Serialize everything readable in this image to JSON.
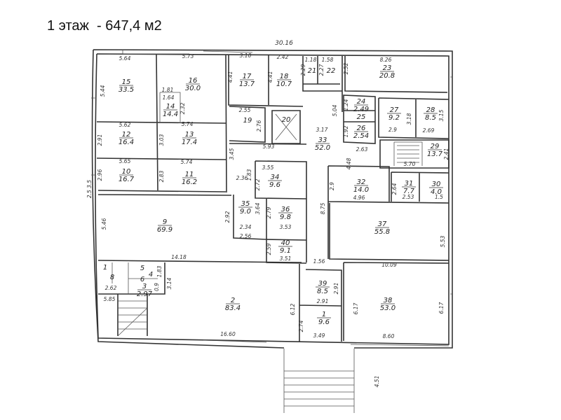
{
  "title": "1 этаж  - 647,4 м2",
  "overall_width": "30.16",
  "rooms": [
    {
      "num": "15",
      "area": "33.5"
    },
    {
      "num": "16",
      "area": "30.0"
    },
    {
      "num": "17",
      "area": "13.7"
    },
    {
      "num": "18",
      "area": "10.7"
    },
    {
      "num": "14",
      "area": "14.4"
    },
    {
      "num": "12",
      "area": "16.4"
    },
    {
      "num": "13",
      "area": "17.4"
    },
    {
      "num": "10",
      "area": "16.7"
    },
    {
      "num": "11",
      "area": "16.2"
    },
    {
      "num": "19",
      "area": ""
    },
    {
      "num": "20",
      "area": ""
    },
    {
      "num": "21",
      "area": ""
    },
    {
      "num": "22",
      "area": ""
    },
    {
      "num": "23",
      "area": "20.8"
    },
    {
      "num": "24",
      "area": "2.49"
    },
    {
      "num": "25",
      "area": ""
    },
    {
      "num": "26",
      "area": "2.54"
    },
    {
      "num": "27",
      "area": "9.2"
    },
    {
      "num": "28",
      "area": "8.5"
    },
    {
      "num": "29",
      "area": "13.7"
    },
    {
      "num": "33",
      "area": "52.0"
    },
    {
      "num": "32",
      "area": "14.0"
    },
    {
      "num": "31",
      "area": "7.7"
    },
    {
      "num": "30",
      "area": "4.0"
    },
    {
      "num": "34",
      "area": "9.6"
    },
    {
      "num": "35",
      "area": "9.0"
    },
    {
      "num": "36",
      "area": "9.8"
    },
    {
      "num": "40",
      "area": "9.1"
    },
    {
      "num": "9",
      "area": "69.9"
    },
    {
      "num": "37",
      "area": "55.8"
    },
    {
      "num": "2",
      "area": "83.4"
    },
    {
      "num": "39",
      "area": "8.5"
    },
    {
      "num": "1",
      "area": "9.6"
    },
    {
      "num": "38",
      "area": "53.0"
    },
    {
      "num": "1",
      "area": ""
    },
    {
      "num": "5",
      "area": ""
    },
    {
      "num": "6",
      "area": ""
    },
    {
      "num": "4",
      "area": ""
    },
    {
      "num": "8",
      "area": ""
    },
    {
      "num": "3",
      "area": "2.97"
    }
  ],
  "dimensions": [
    "5.64",
    "5.73",
    "3.10",
    "2.42",
    "1.18",
    "1.58",
    "8.26",
    "5.44",
    "1.81",
    "1.64",
    "2.32",
    "4.41",
    "4.41",
    "2.55",
    "2.76",
    "5.62",
    "5.74",
    "2.91",
    "3.03",
    "5.93",
    "3.17",
    "5.65",
    "5.74",
    "2.96",
    "2.83",
    "3.45",
    "2.36",
    "1.83",
    "3.55",
    "2.72",
    "2.52",
    "5.04",
    "1.24",
    "1.92",
    "2.63",
    "2.9",
    "3.18",
    "2.69",
    "3.15",
    "2.41",
    "5.70",
    "4.48",
    "2.9",
    "4.96",
    "2.64",
    "2.53",
    "1.5",
    "8.75",
    "2.92",
    "2.34",
    "2.56",
    "3.64",
    "2.79",
    "3.53",
    "2.59",
    "3.51",
    "5.46",
    "14.18",
    "10.09",
    "5.53",
    "1.56",
    "2.91",
    "2.91",
    "6.12",
    "6.17",
    "6.17",
    "2.74",
    "3.49",
    "8.60",
    "16.60",
    "5.85",
    "2.62",
    "3.14",
    "4.51",
    "2.5  3.5",
    "2.29",
    "2.27",
    "1.83",
    "0.9"
  ]
}
